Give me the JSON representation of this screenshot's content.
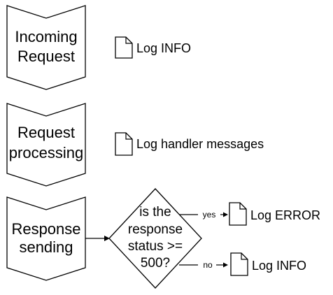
{
  "stages": [
    {
      "lines": [
        "Incoming",
        "Request"
      ],
      "log": "Log INFO"
    },
    {
      "lines": [
        "Request",
        "processing"
      ],
      "log": "Log handler messages"
    },
    {
      "lines": [
        "Response",
        "sending"
      ]
    }
  ],
  "decision": {
    "lines": [
      "is the",
      "response",
      "status >=",
      "500?"
    ]
  },
  "branches": [
    {
      "label": "yes",
      "log": "Log ERROR"
    },
    {
      "label": "no",
      "log": "Log INFO"
    }
  ]
}
